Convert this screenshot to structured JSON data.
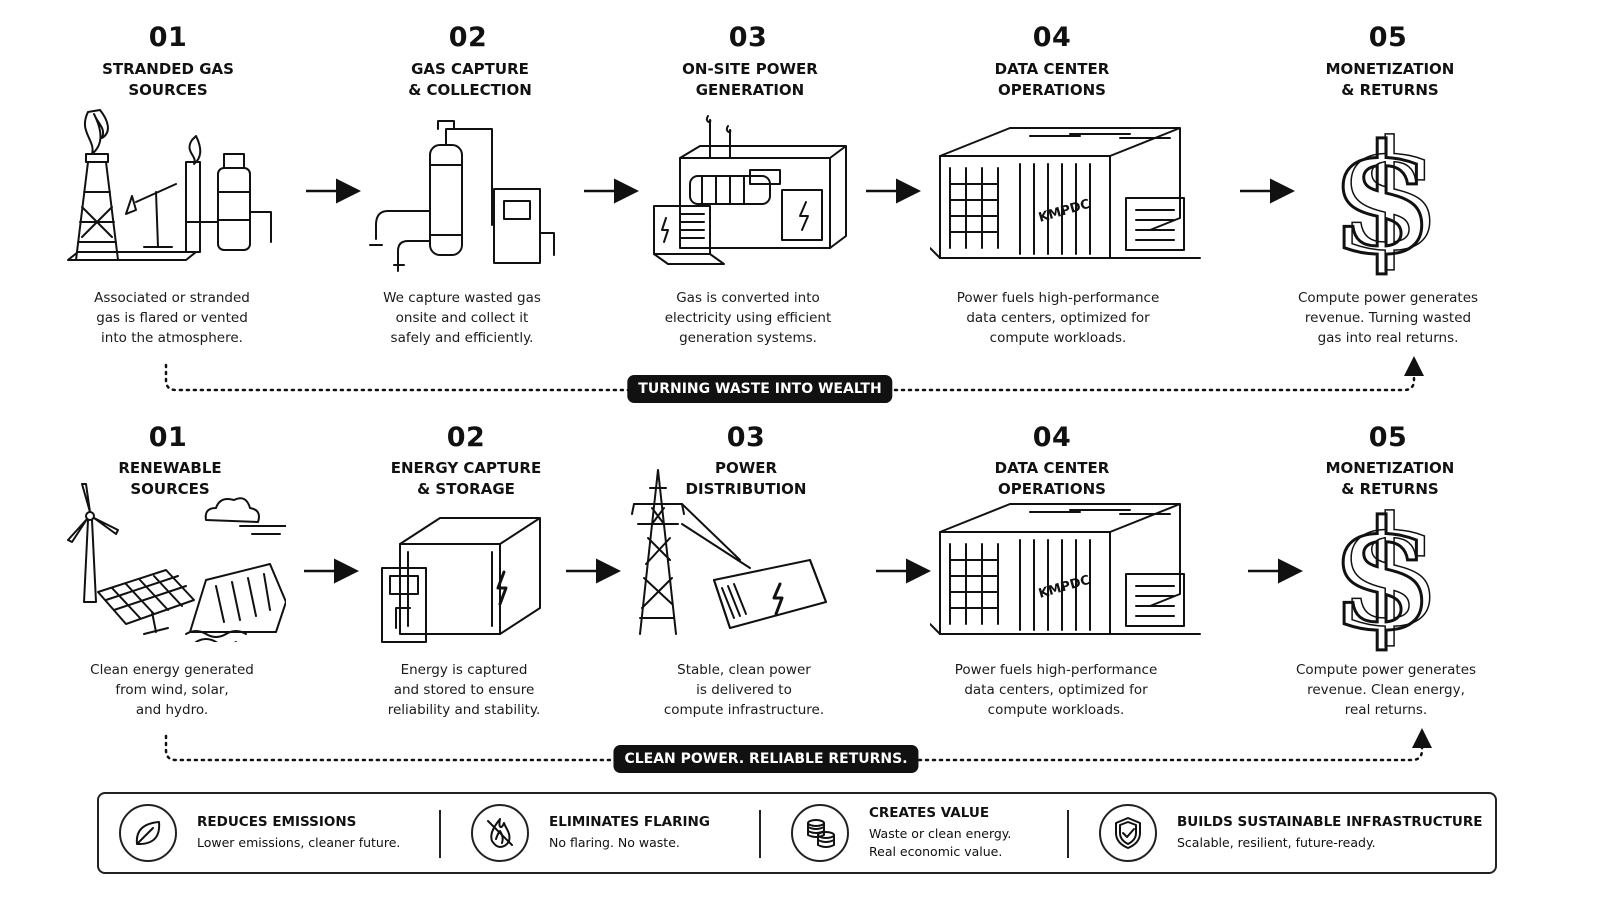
{
  "top_flow": {
    "banner": "TURNING WASTE INTO WEALTH",
    "steps": [
      {
        "num": "01",
        "title": "STRANDED GAS\nSOURCES",
        "desc": "Associated or stranded\ngas is flared or vented\ninto the atmosphere.",
        "icon": "gas-well-flare-icon"
      },
      {
        "num": "02",
        "title": "GAS CAPTURE\n& COLLECTION",
        "desc": "We capture wasted gas\nonsite and collect it\nsafely and efficiently.",
        "icon": "gas-capture-pipes-icon"
      },
      {
        "num": "03",
        "title": "ON-SITE POWER\nGENERATION",
        "desc": "Gas is converted into\nelectricity using efficient\ngeneration systems.",
        "icon": "generator-icon"
      },
      {
        "num": "04",
        "title": "DATA CENTER\nOPERATIONS",
        "desc": "Power fuels high-performance\ndata centers, optimized for\ncompute workloads.",
        "icon": "data-center-container-icon",
        "label": "KMPDC"
      },
      {
        "num": "05",
        "title": "MONETIZATION\n& RETURNS",
        "desc": "Compute power generates\nrevenue. Turning wasted\ngas into real returns.",
        "icon": "dollar-sign-icon"
      }
    ]
  },
  "bottom_flow": {
    "banner": "CLEAN POWER. RELIABLE RETURNS.",
    "steps": [
      {
        "num": "01",
        "title": "RENEWABLE\nSOURCES",
        "desc": "Clean energy generated\nfrom wind, solar,\nand hydro.",
        "icon": "wind-solar-hydro-icon"
      },
      {
        "num": "02",
        "title": "ENERGY CAPTURE\n& STORAGE",
        "desc": "Energy is captured\nand stored to ensure\nreliability and stability.",
        "icon": "battery-storage-icon"
      },
      {
        "num": "03",
        "title": "POWER\nDISTRIBUTION",
        "desc": "Stable, clean power\nis delivered to\ncompute infrastructure.",
        "icon": "transmission-tower-icon"
      },
      {
        "num": "04",
        "title": "DATA CENTER\nOPERATIONS",
        "desc": "Power fuels high-performance\ndata centers, optimized for\ncompute workloads.",
        "icon": "data-center-container-icon",
        "label": "KMPDC"
      },
      {
        "num": "05",
        "title": "MONETIZATION\n& RETURNS",
        "desc": "Compute power generates\nrevenue. Clean energy,\nreal returns.",
        "icon": "dollar-sign-icon"
      }
    ]
  },
  "benefits": [
    {
      "title": "REDUCES EMISSIONS",
      "desc": "Lower emissions, cleaner future.",
      "icon": "leaf-icon"
    },
    {
      "title": "ELIMINATES FLARING",
      "desc": "No flaring. No waste.",
      "icon": "no-flame-icon"
    },
    {
      "title": "CREATES VALUE",
      "desc": "Waste or clean energy.\nReal economic value.",
      "icon": "coins-icon"
    },
    {
      "title": "BUILDS SUSTAINABLE INFRASTRUCTURE",
      "desc": "Scalable, resilient, future-ready.",
      "icon": "shield-check-icon"
    }
  ]
}
